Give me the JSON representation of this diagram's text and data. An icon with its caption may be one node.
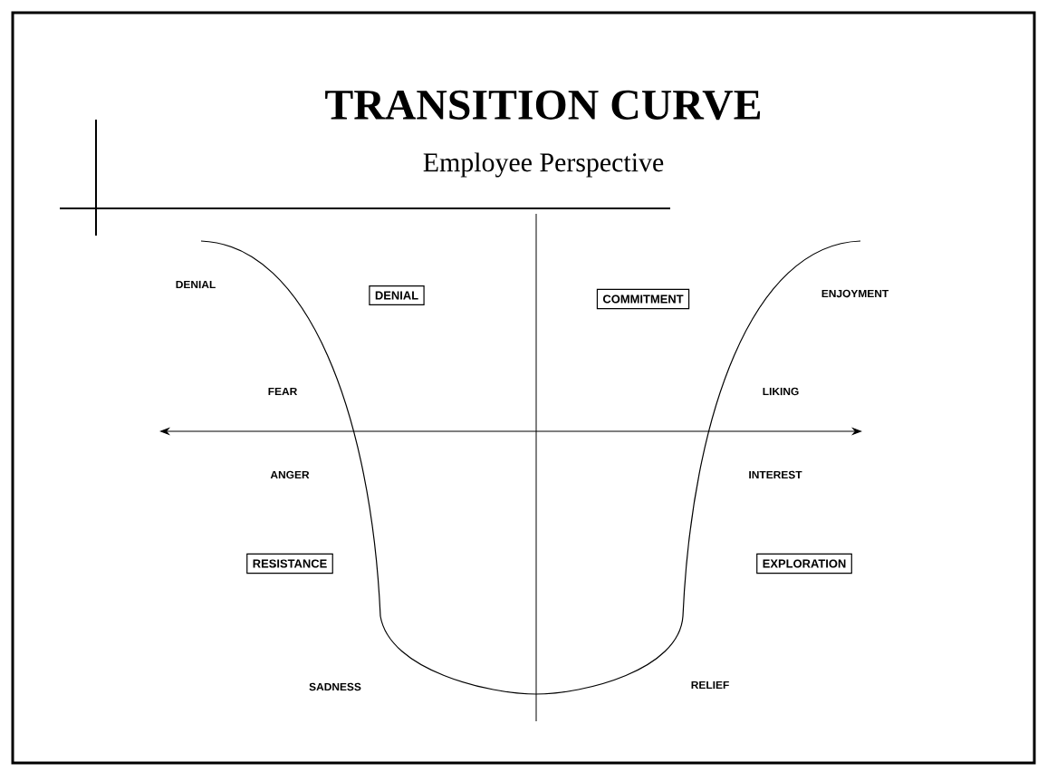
{
  "diagram": {
    "title": "TRANSITION CURVE",
    "nodes": [
      {
        "text": [
          "DENIAL"
        ]
      },
      {
        "text": [
          "COMMITMENT"
        ]
      },
      {
        "text": [
          "RESISTANCE"
        ]
      },
      {
        "text": [
          "EXPLORATION"
        ]
      }
    ],
    "labels": [
      "Employee Perspective",
      "DENIAL",
      "ENJOYMENT",
      "FEAR",
      "LIKING",
      "ANGER",
      "INTEREST",
      "SADNESS",
      "RELIEF"
    ]
  }
}
